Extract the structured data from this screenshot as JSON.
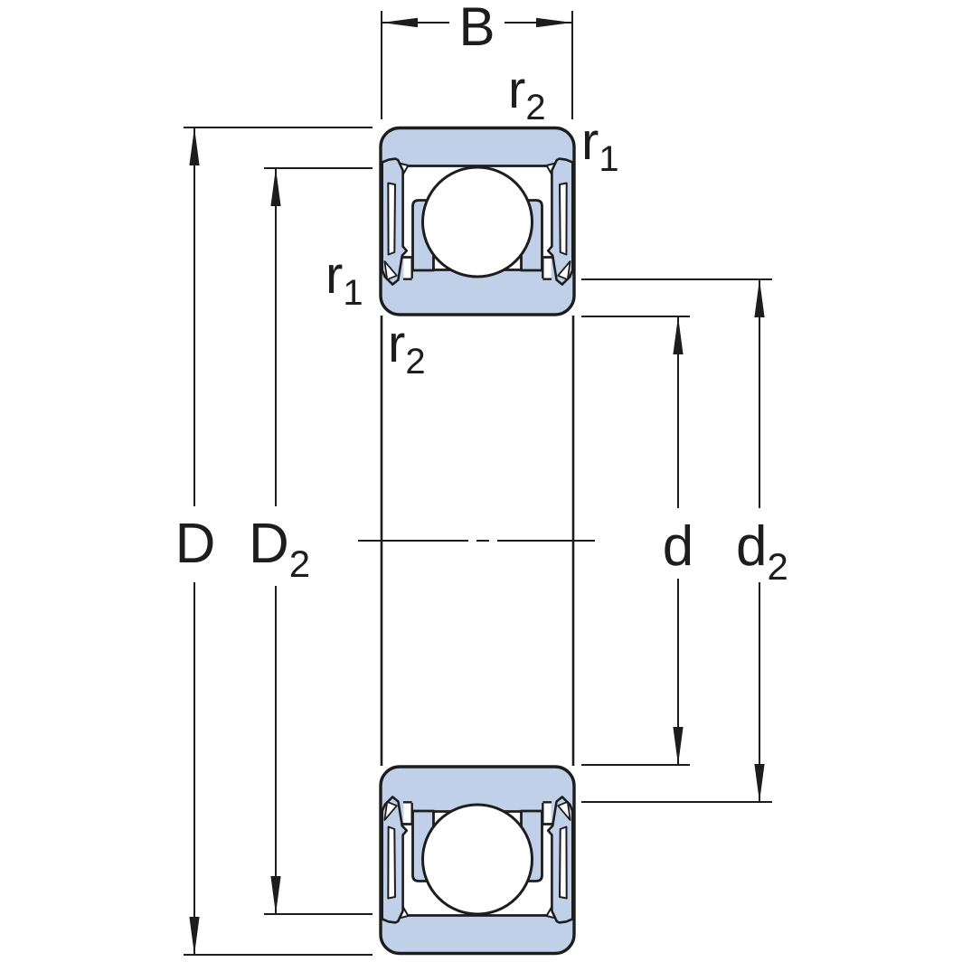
{
  "diagram": {
    "description": "Sealed deep groove ball bearing axial cross-section drawing with boundary dimension labels",
    "colors": {
      "bearing_fill": "#c1d0e9",
      "line_color": "#1d1d1d",
      "cavity_fill": "#ffffff",
      "background": "#ffffff"
    },
    "dimension_labels": {
      "width": {
        "main": "B"
      },
      "outer_diameter": {
        "main": "D"
      },
      "outer_recess_diameter": {
        "main": "D",
        "sub": "2"
      },
      "bore_diameter": {
        "main": "d"
      },
      "inner_recess_diameter": {
        "main": "d",
        "sub": "2"
      },
      "chamfer_radius_r1": {
        "main": "r",
        "sub": "1"
      },
      "chamfer_radius_r2": {
        "main": "r",
        "sub": "2"
      }
    }
  }
}
